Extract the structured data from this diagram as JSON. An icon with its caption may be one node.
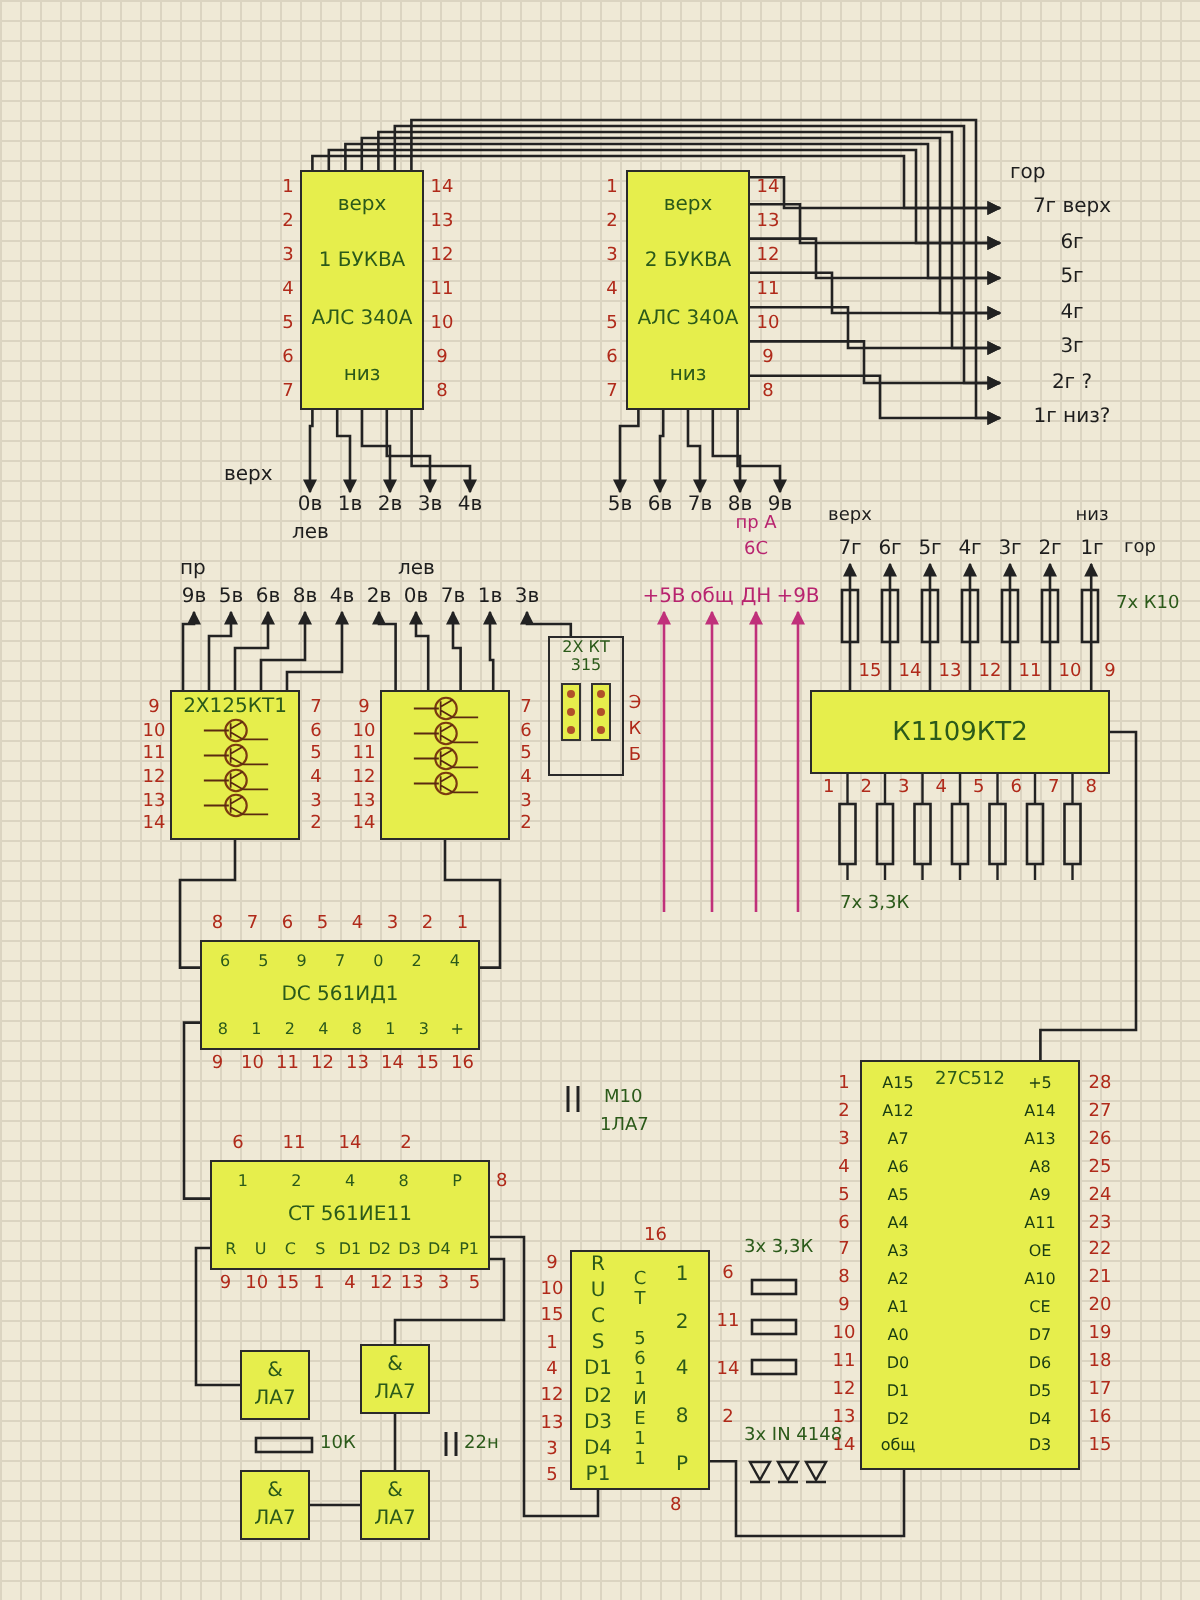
{
  "diagram": {
    "nodes": [
      {
        "text": [
          "верх",
          "1 БУКВА",
          "АЛС 340А",
          "низ"
        ]
      },
      {
        "text": [
          "верх",
          "2 БУКВА",
          "АЛС 340А",
          "низ"
        ]
      },
      {
        "text": [
          "7г верх"
        ]
      },
      {
        "text": [
          "6г"
        ]
      },
      {
        "text": [
          "5г"
        ]
      },
      {
        "text": [
          "4г"
        ]
      },
      {
        "text": [
          "3г"
        ]
      },
      {
        "text": [
          "2г ?"
        ]
      },
      {
        "text": [
          "1г низ?"
        ]
      },
      {
        "text": [
          "0в"
        ]
      },
      {
        "text": [
          "1в"
        ]
      },
      {
        "text": [
          "2в"
        ]
      },
      {
        "text": [
          "3в"
        ]
      },
      {
        "text": [
          "4в"
        ]
      },
      {
        "text": [
          "5в"
        ]
      },
      {
        "text": [
          "6в"
        ]
      },
      {
        "text": [
          "7в"
        ]
      },
      {
        "text": [
          "8в"
        ]
      },
      {
        "text": [
          "9в"
        ]
      },
      {
        "text": [
          "9в"
        ]
      },
      {
        "text": [
          "5в"
        ]
      },
      {
        "text": [
          "6в"
        ]
      },
      {
        "text": [
          "8в"
        ]
      },
      {
        "text": [
          "4в"
        ]
      },
      {
        "text": [
          "2в"
        ]
      },
      {
        "text": [
          "0в"
        ]
      },
      {
        "text": [
          "7в"
        ]
      },
      {
        "text": [
          "1в"
        ]
      },
      {
        "text": [
          "3в"
        ]
      },
      {
        "text": [
          "2Х125КТ1"
        ]
      },
      {
        "text": [],
        "shape": "box"
      },
      {
        "text": [
          "2Х КТ 315"
        ]
      },
      {
        "text": [
          "+5В"
        ]
      },
      {
        "text": [
          "общ"
        ]
      },
      {
        "text": [
          "ДН"
        ],
        "beside": [
          "пр А",
          "6С"
        ]
      },
      {
        "text": [
          "+9В"
        ]
      },
      {
        "text": [
          "К1109КТ2"
        ]
      },
      {
        "text": [
          "7г"
        ],
        "beside": [
          "верх"
        ]
      },
      {
        "text": [
          "6г"
        ]
      },
      {
        "text": [
          "5г"
        ]
      },
      {
        "text": [
          "4г"
        ]
      },
      {
        "text": [
          "3г"
        ]
      },
      {
        "text": [
          "2г"
        ]
      },
      {
        "text": [
          "1г"
        ],
        "beside": [
          "низ",
          "гор"
        ]
      },
      {
        "text": [
          "6 5 9 7 0 2 4",
          "DC 561ИД1",
          "8 1 2 4 8 1 3 +"
        ]
      },
      {
        "text": [
          "1 2 4 8 P",
          "CT 561ИЕ11",
          "R U C S D1 D2 D3 D4 P1"
        ]
      },
      {
        "text": [
          "&",
          "ЛА7"
        ]
      },
      {
        "text": [
          "&",
          "ЛА7"
        ]
      },
      {
        "text": [
          "&",
          "ЛА7"
        ]
      },
      {
        "text": [
          "&",
          "ЛА7"
        ]
      },
      {
        "text": [
          "R U C S D1 D2 D3 D4 P1",
          "CT 561ИЕ11",
          "1 2 4 8 P"
        ]
      },
      {
        "text": [
          "27C512"
        ]
      }
    ],
    "edges": [
      {
        "from": 1,
        "to": 2,
        "arrow": "to"
      },
      {
        "from": 1,
        "to": 3,
        "arrow": "to"
      },
      {
        "from": 1,
        "to": 4,
        "arrow": "to"
      },
      {
        "from": 1,
        "to": 5,
        "arrow": "to"
      },
      {
        "from": 1,
        "to": 6,
        "arrow": "to"
      },
      {
        "from": 1,
        "to": 7,
        "arrow": "to"
      },
      {
        "from": 1,
        "to": 8,
        "arrow": "to"
      },
      {
        "from": 0,
        "to": 2,
        "arrow": "to"
      },
      {
        "from": 0,
        "to": 3,
        "arrow": "to"
      },
      {
        "from": 0,
        "to": 4,
        "arrow": "to"
      },
      {
        "from": 0,
        "to": 5,
        "arrow": "to"
      },
      {
        "from": 0,
        "to": 6,
        "arrow": "to"
      },
      {
        "from": 0,
        "to": 7,
        "arrow": "to"
      },
      {
        "from": 0,
        "to": 8,
        "arrow": "to"
      },
      {
        "from": 0,
        "to": 9,
        "arrow": "to"
      },
      {
        "from": 0,
        "to": 10,
        "arrow": "to"
      },
      {
        "from": 0,
        "to": 11,
        "arrow": "to"
      },
      {
        "from": 0,
        "to": 12,
        "arrow": "to"
      },
      {
        "from": 0,
        "to": 13,
        "arrow": "to"
      },
      {
        "from": 1,
        "to": 14,
        "arrow": "to"
      },
      {
        "from": 1,
        "to": 15,
        "arrow": "to"
      },
      {
        "from": 1,
        "to": 16,
        "arrow": "to"
      },
      {
        "from": 1,
        "to": 17,
        "arrow": "to"
      },
      {
        "from": 1,
        "to": 18,
        "arrow": "to"
      },
      {
        "from": 29,
        "to": 19,
        "arrow": "to"
      },
      {
        "from": 29,
        "to": 20,
        "arrow": "to"
      },
      {
        "from": 29,
        "to": 21,
        "arrow": "to"
      },
      {
        "from": 29,
        "to": 22,
        "arrow": "to"
      },
      {
        "from": 29,
        "to": 23,
        "arrow": "to"
      },
      {
        "from": 30,
        "to": 24,
        "arrow": "to"
      },
      {
        "from": 30,
        "to": 25,
        "arrow": "to"
      },
      {
        "from": 30,
        "to": 26,
        "arrow": "to"
      },
      {
        "from": 30,
        "to": 27,
        "arrow": "to"
      },
      {
        "from": 31,
        "to": 28,
        "arrow": "to"
      },
      {
        "from": null,
        "to": 32,
        "arrow": "to",
        "color": "#c0307a"
      },
      {
        "from": null,
        "to": 33,
        "arrow": "to",
        "color": "#c0307a"
      },
      {
        "from": null,
        "to": 34,
        "arrow": "to",
        "color": "#c0307a"
      },
      {
        "from": null,
        "to": 35,
        "arrow": "to",
        "color": "#c0307a"
      },
      {
        "from": 36,
        "to": 37,
        "arrow": "to"
      },
      {
        "from": 36,
        "to": 38,
        "arrow": "to"
      },
      {
        "from": 36,
        "to": 39,
        "arrow": "to"
      },
      {
        "from": 36,
        "to": 40,
        "arrow": "to"
      },
      {
        "from": 36,
        "to": 41,
        "arrow": "to"
      },
      {
        "from": 36,
        "to": 42,
        "arrow": "to"
      },
      {
        "from": 36,
        "to": 43,
        "arrow": "to"
      },
      {
        "from": 44,
        "to": 29,
        "arrow": "none"
      },
      {
        "from": 44,
        "to": 30,
        "arrow": "none"
      },
      {
        "from": 45,
        "to": 44,
        "arrow": "none"
      },
      {
        "from": 45,
        "to": 50,
        "arrow": "none"
      },
      {
        "from": 50,
        "to": 51,
        "arrow": "none"
      },
      {
        "from": 51,
        "to": 36,
        "arrow": "none"
      },
      {
        "from": 46,
        "to": 45,
        "arrow": "none"
      },
      {
        "from": 47,
        "to": 45,
        "arrow": "none"
      },
      {
        "from": 48,
        "to": 49,
        "arrow": "none"
      },
      {
        "from": 49,
        "to": 47,
        "arrow": "none"
      }
    ],
    "labels": [
      "гор",
      "1 2 3 4 5 6 7",
      "14 13 12 11 10 9 8",
      "1 2 3 4 5 6 7",
      "14 13 12 11 10 9 8",
      "верх",
      "лев",
      "пр",
      "лев",
      "7х К10",
      "9 10 11 12 13 14",
      "7 6 5 4 3 2",
      "9 10 11 12 13 14",
      "7 6 5 4 3 2",
      "Э К Б",
      "15 14 13 12 11 10 9",
      "1 2 3 4 5 6 7 8",
      "7х 3,3К",
      "8 7 6 5 4 3 2 1",
      "9 10 11 12 13 14 15 16",
      "М10",
      "1ЛА7",
      "6 11 14 2",
      "8",
      "9 10 15 1 4 12 13 3 5",
      "16",
      "9 10 15 1 4 12 13 3 5",
      "6 11 14 2",
      "3х 3,3К",
      "8",
      "3х IN 4148",
      "1 2 3 4 5 6 7 8 9 10 11 12 13 14",
      "A15 A12 A7 A6 A5 A4 A3 A2 A1 A0 D0 D1 D2 общ",
      "+5 A14 A13 A8 A9 A11 OE A10 CE D7 D6 D5 D4 D3",
      "28 27 26 25 24 23 22 21 20 19 18 17 16 15",
      "10К",
      "22н"
    ]
  }
}
